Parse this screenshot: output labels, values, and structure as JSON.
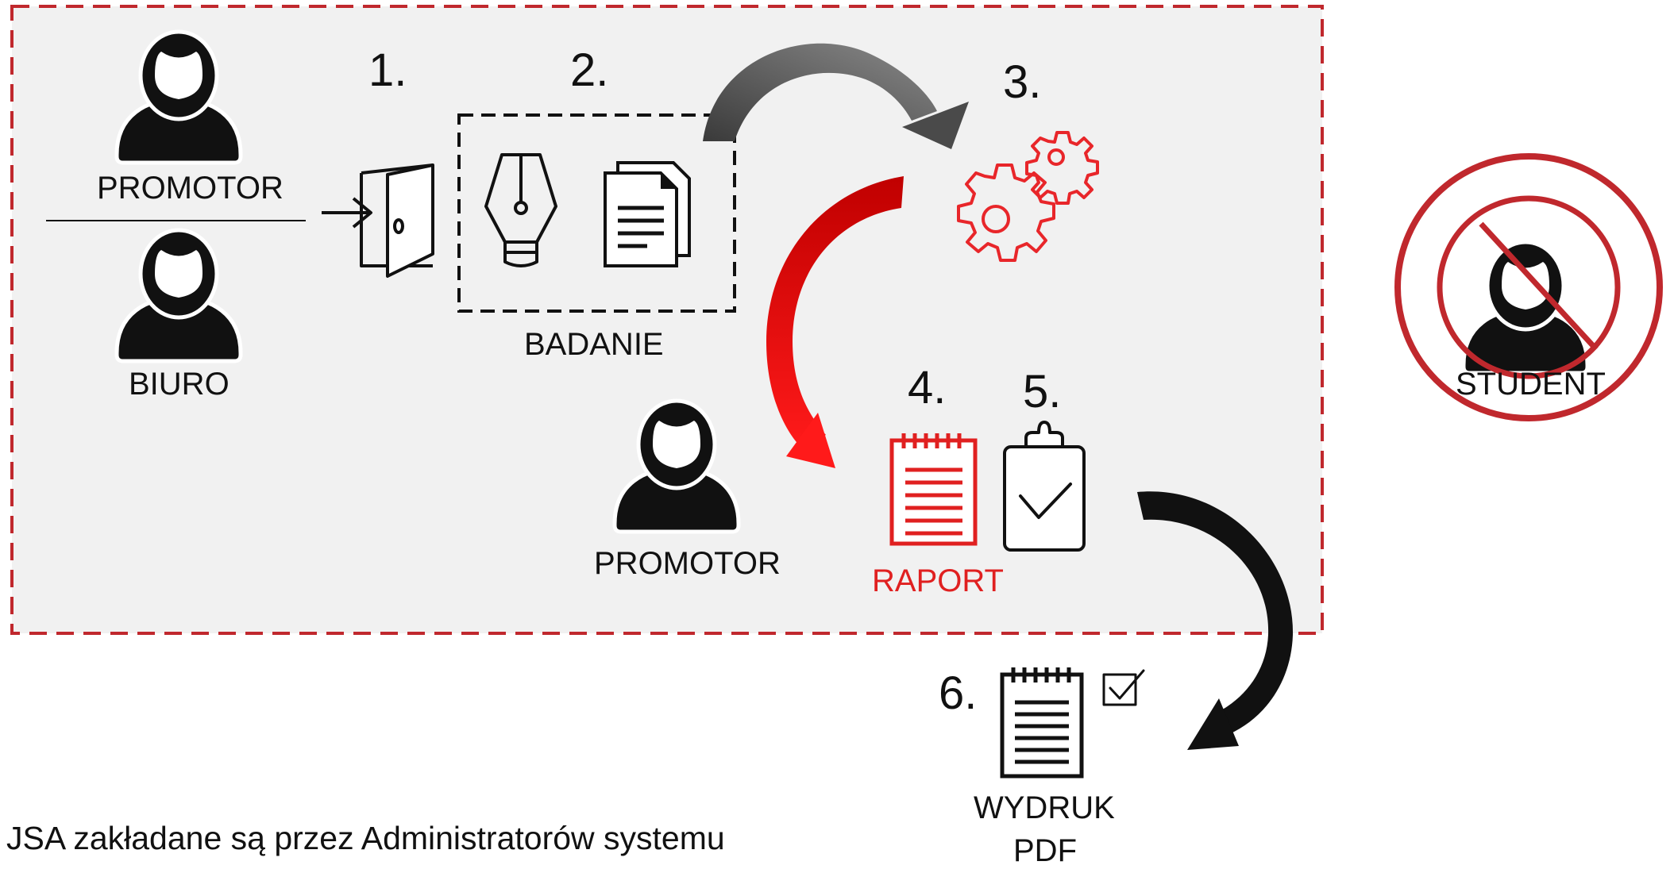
{
  "actors": {
    "promotor_top": "PROMOTOR",
    "biuro": "BIURO",
    "promotor_bottom": "PROMOTOR",
    "student": "STUDENT"
  },
  "steps": {
    "s1": "1.",
    "s2": "2.",
    "s3": "3.",
    "s4": "4.",
    "s5": "5.",
    "s6": "6."
  },
  "labels": {
    "badanie": "BADANIE",
    "raport": "RAPORT",
    "wydruk": "WYDRUK",
    "pdf": "PDF"
  },
  "footer": "JSA zakładane są przez Administratorów systemu",
  "colors": {
    "frame_red": "#c0282d",
    "accent_red": "#e02020",
    "area_gray": "#f1f1f1",
    "arrow_gray": "#5a5a5a",
    "ink": "#111111"
  },
  "icons": [
    "person-icon",
    "door-enter-icon",
    "pen-nib-icon",
    "documents-icon",
    "gears-icon",
    "notepad-icon",
    "clipboard-check-icon",
    "checkbox-icon",
    "prohibited-icon"
  ]
}
